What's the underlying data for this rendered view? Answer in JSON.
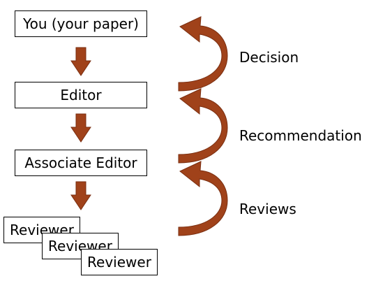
{
  "colors": {
    "arrow": "#a0421a",
    "arrow_dark": "#7a2e10",
    "box_border": "#000000",
    "text": "#000000"
  },
  "boxes": {
    "you": "You (your paper)",
    "editor": "Editor",
    "associate_editor": "Associate Editor",
    "reviewer_1": "Reviewer",
    "reviewer_2": "Reviewer",
    "reviewer_3": "Reviewer"
  },
  "labels": {
    "decision": "Decision",
    "recommendation": "Recommendation",
    "reviews": "Reviews"
  },
  "icons": {
    "down_arrow": "down-arrow-icon",
    "curved_arrow": "curved-up-arrow-icon"
  }
}
